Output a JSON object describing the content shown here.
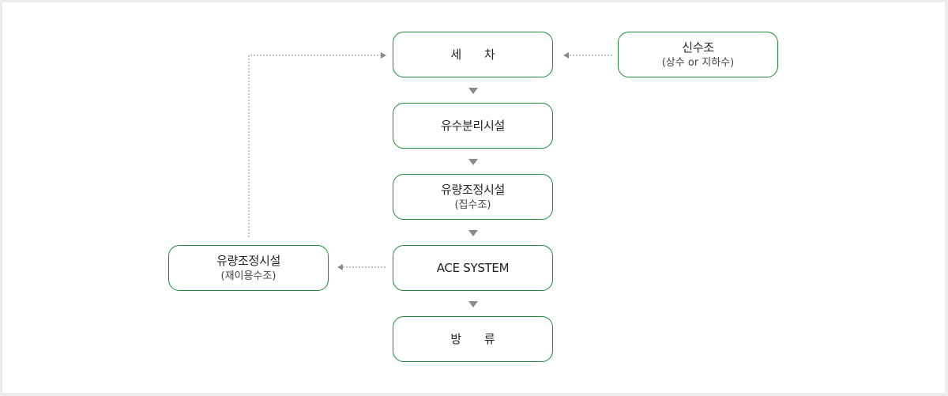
{
  "nodes": {
    "wash": {
      "label": "세 차"
    },
    "new_water": {
      "label": "신수조",
      "sub": "(상수 or 지하수)"
    },
    "oil_separator": {
      "label": "유수분리시설"
    },
    "flow_adjust_collect": {
      "label": "유량조정시설",
      "sub": "(집수조)"
    },
    "ace_system": {
      "label": "ACE SYSTEM"
    },
    "flow_adjust_reuse": {
      "label": "유량조정시설",
      "sub": "(재이용수조)"
    },
    "discharge": {
      "label": "방 류"
    }
  },
  "colors": {
    "box_border": "#1e8a3a",
    "arrow": "#8a8a8a",
    "background": "#ececec"
  }
}
